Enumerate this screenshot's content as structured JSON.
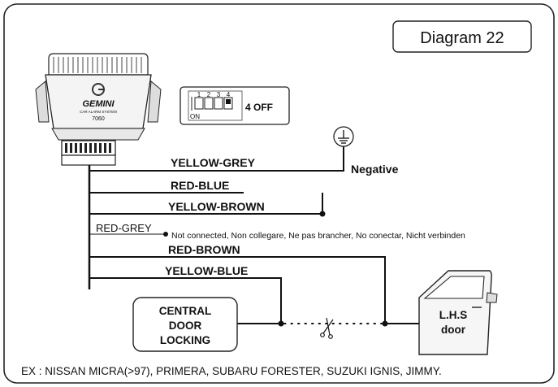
{
  "diagram": {
    "title": "Diagram 22",
    "unit": {
      "brand": "GEMINI",
      "subtitle": "CAR ALARM SYSTEM",
      "model": "7060"
    },
    "dip_switch": {
      "numbers": [
        "1",
        "2",
        "3",
        "4"
      ],
      "on_label": "ON",
      "setting": "4 OFF"
    },
    "wires": {
      "yellow_grey": "YELLOW-GREY",
      "negative": "Negative",
      "red_blue": "RED-BLUE",
      "yellow_brown": "YELLOW-BROWN",
      "red_grey": "RED-GREY",
      "red_grey_note": "Not connected, Non collegare, Ne pas brancher, No conectar, Nicht verbinden",
      "red_brown": "RED-BROWN",
      "yellow_blue": "YELLOW-BLUE"
    },
    "central_locking": [
      "CENTRAL",
      "DOOR",
      "LOCKING"
    ],
    "door": [
      "L.H.S",
      "door"
    ],
    "footer": "EX : NISSAN MICRA(>97), PRIMERA, SUBARU FORESTER, SUZUKI IGNIS, JIMMY."
  }
}
